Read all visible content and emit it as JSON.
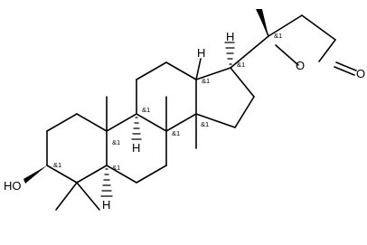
{
  "labels": {
    "hydroxyl": "HO",
    "ring_oxygen": "O",
    "carbonyl_oxygen": "O",
    "h_c17": "H",
    "h_c8": "H",
    "h_c9": "H",
    "h_c5": "H"
  },
  "stereo_label": "&1"
}
